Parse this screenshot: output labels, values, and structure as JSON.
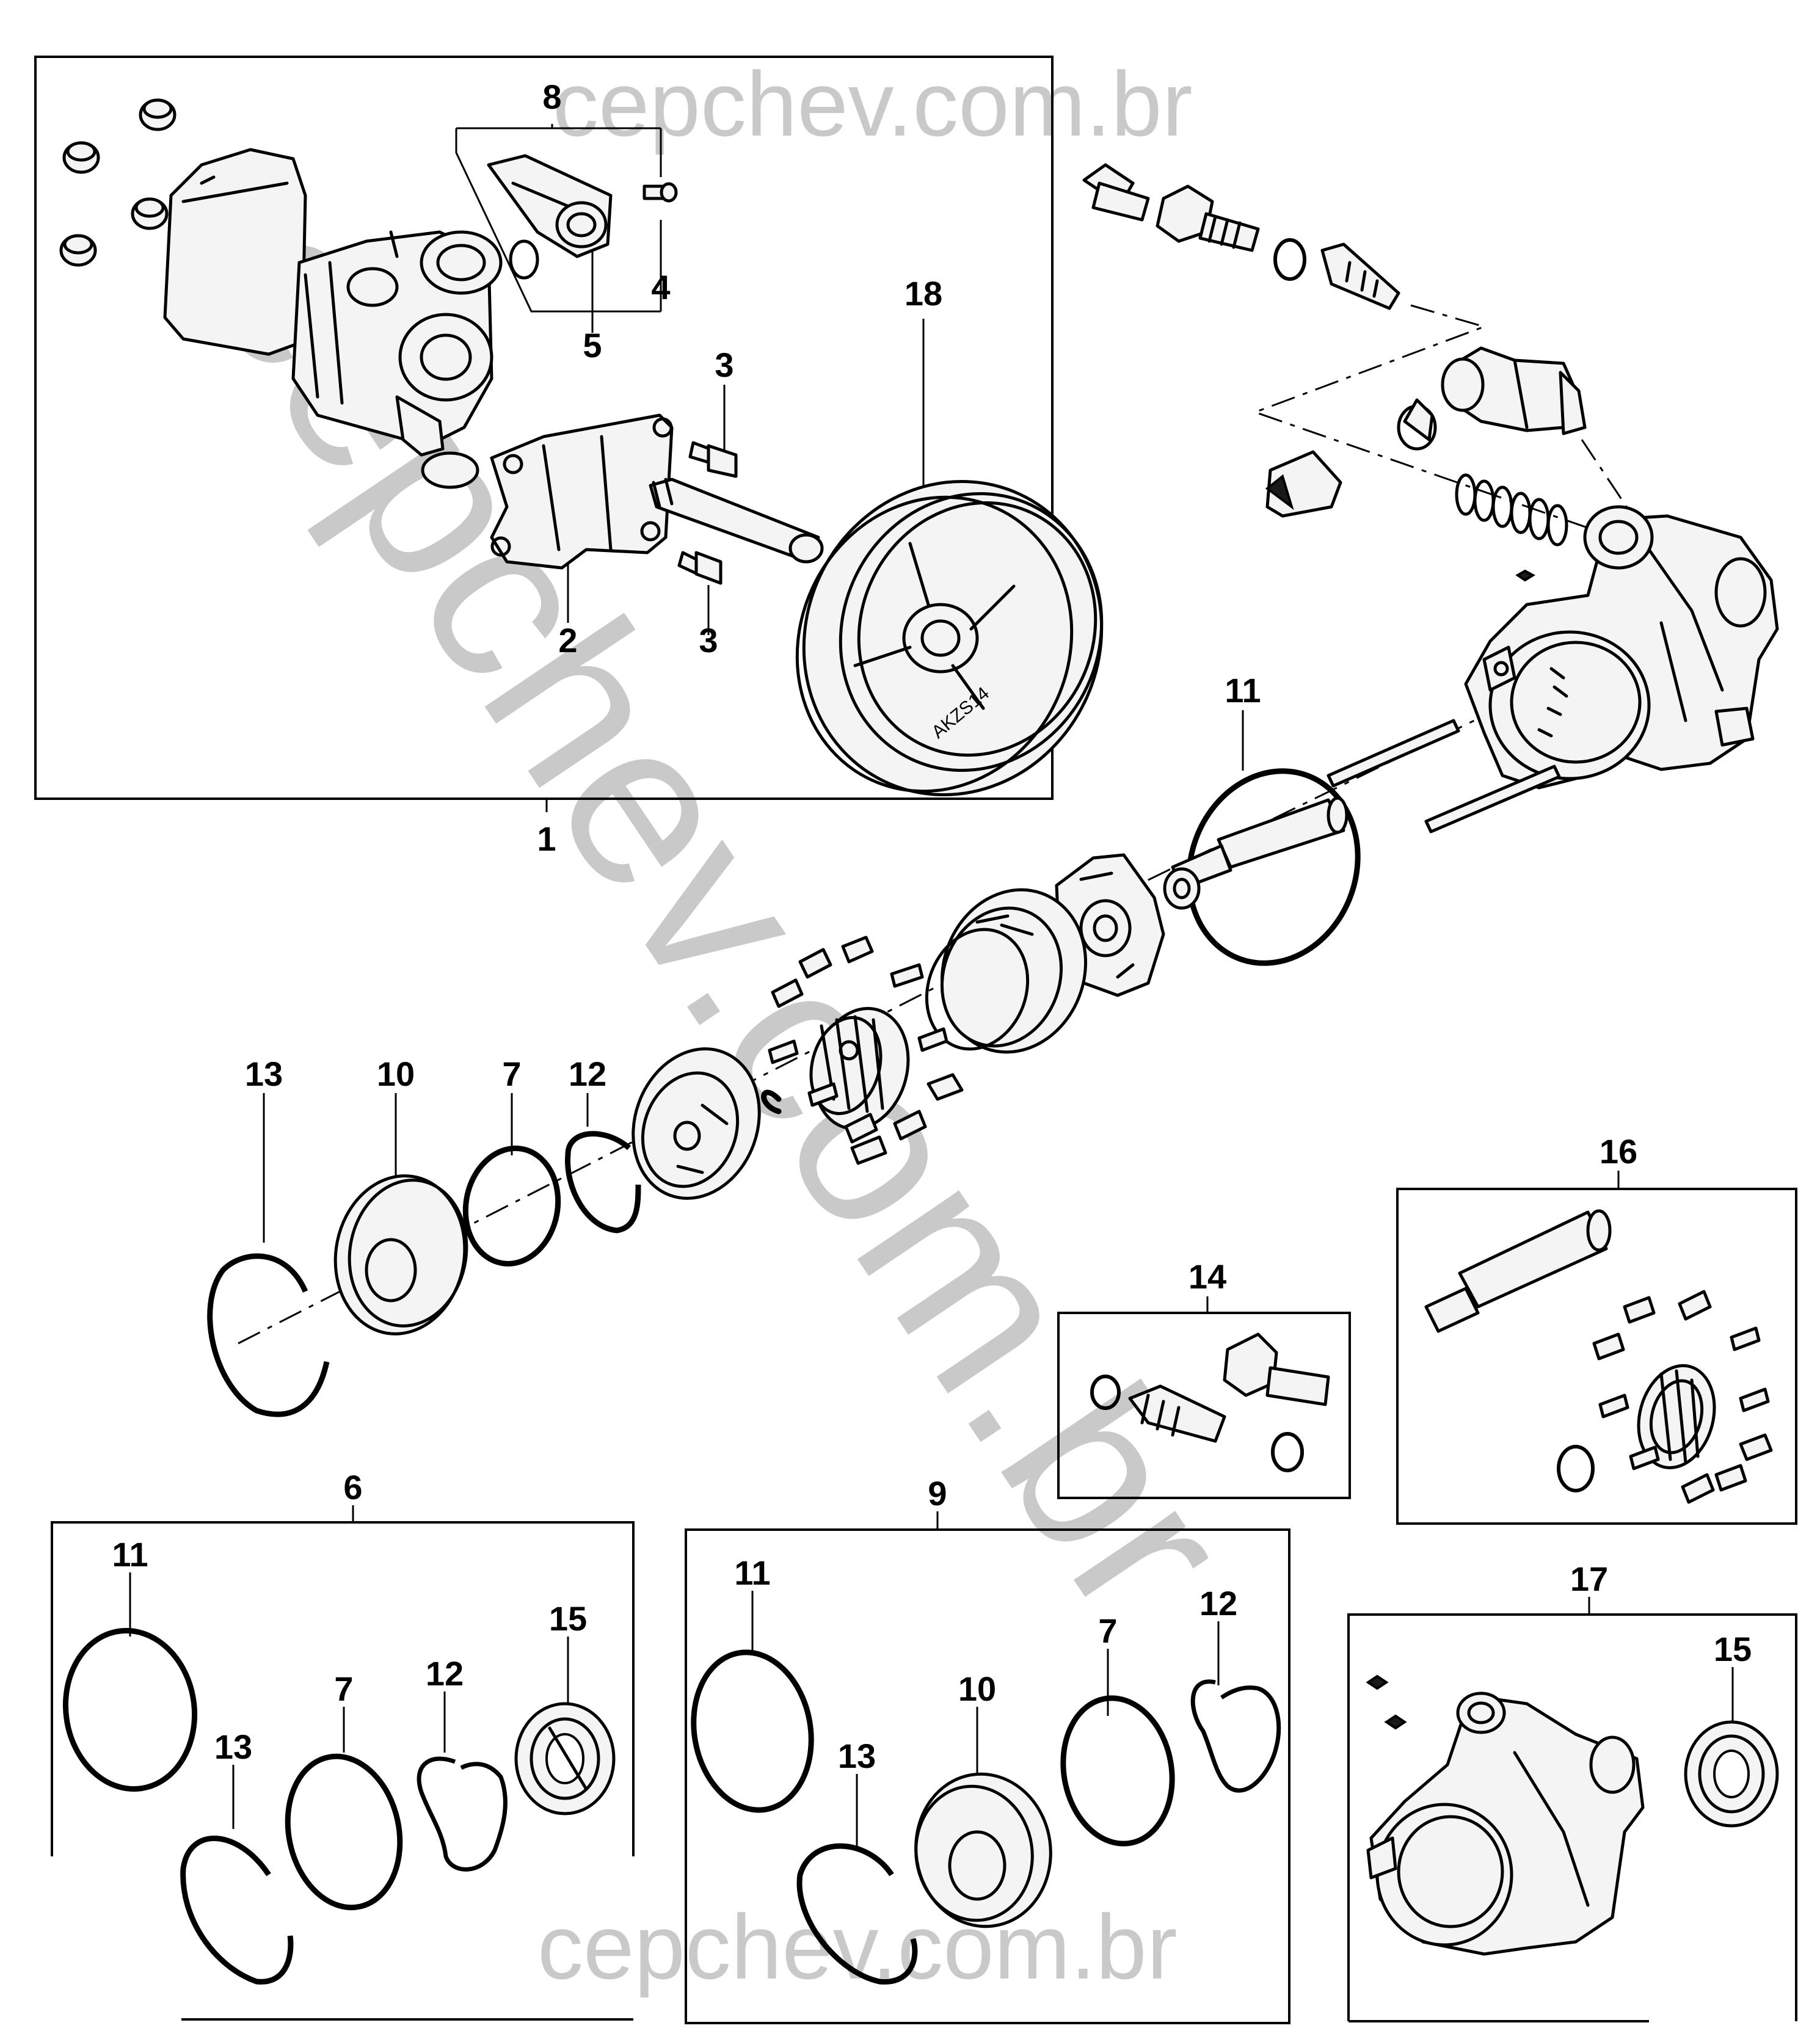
{
  "watermark": {
    "top": "cepchev.com.br",
    "bottom": "cepchev.com.br",
    "diagonal": "cepchev.com.br"
  },
  "labels": {
    "l1": "1",
    "l2": "2",
    "l3a": "3",
    "l3b": "3",
    "l4": "4",
    "l5": "5",
    "l6": "6",
    "l7a": "7",
    "l7b": "7",
    "l7c": "7",
    "l8": "8",
    "l9": "9",
    "l10a": "10",
    "l10b": "10",
    "l11a": "11",
    "l11b": "11",
    "l11c": "11",
    "l12a": "12",
    "l12b": "12",
    "l12c": "12",
    "l13a": "13",
    "l13b": "13",
    "l13c": "13",
    "l14": "14",
    "l15a": "15",
    "l15b": "15",
    "l16": "16",
    "l17": "17",
    "l18": "18"
  },
  "part_stamp": "AKZS14"
}
